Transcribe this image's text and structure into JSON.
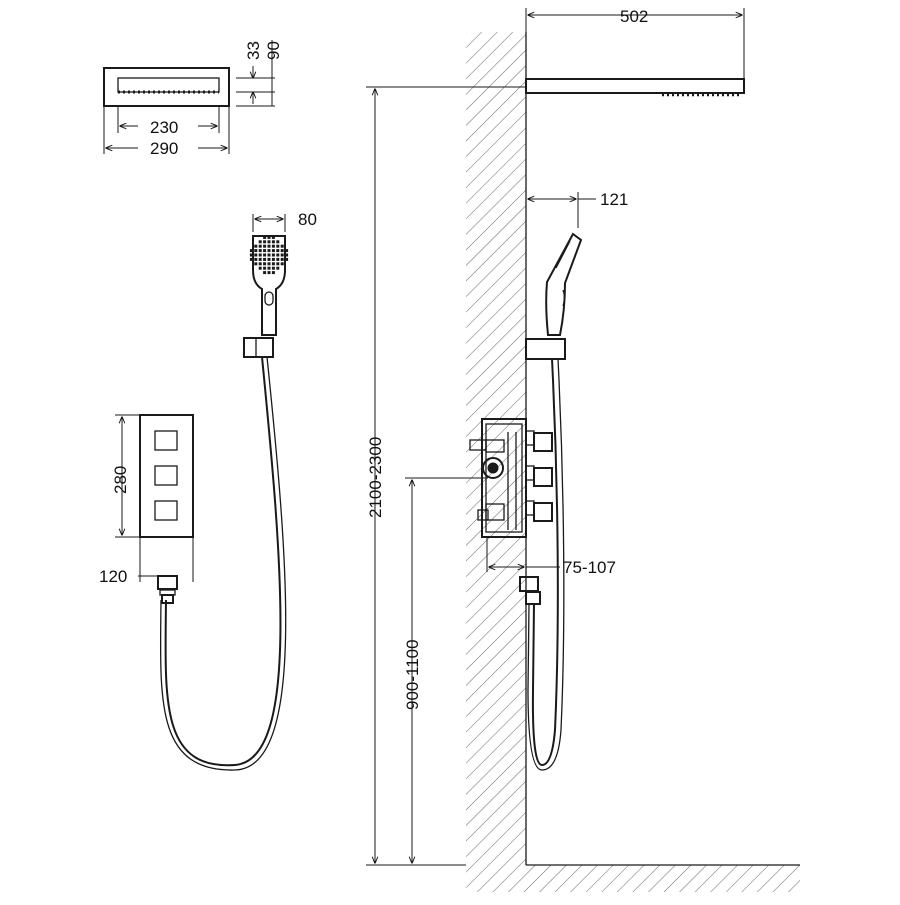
{
  "dimensions": {
    "rain_head_height": "33",
    "rain_head_depth": "90",
    "rain_outlet_width": "230",
    "rain_head_width": "290",
    "handshower_width": "80",
    "panel_height": "280",
    "panel_width": "120",
    "arm_length": "502",
    "handshower_projection": "121",
    "mounting_height_rain": "2100-2300",
    "mounting_height_mixer": "900-1100",
    "valve_depth": "75-107"
  }
}
